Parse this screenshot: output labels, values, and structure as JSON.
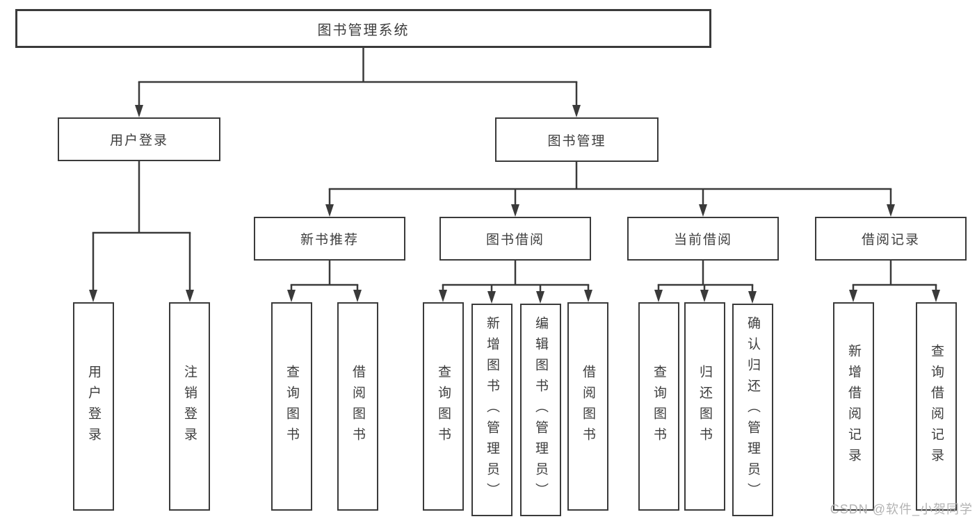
{
  "diagram_type": "hierarchy-tree",
  "colors": {
    "line": "#3a3a3a",
    "text": "#3d3d3d",
    "watermark": "#b3b3b3",
    "box_background": "#ffffff"
  },
  "tree": {
    "label": "图书管理系统",
    "children": [
      {
        "label": "用户登录",
        "children": [
          {
            "label": "用户登录"
          },
          {
            "label": "注销登录"
          }
        ]
      },
      {
        "label": "图书管理",
        "children": [
          {
            "label": "新书推荐",
            "children": [
              {
                "label": "查询图书"
              },
              {
                "label": "借阅图书"
              }
            ]
          },
          {
            "label": "图书借阅",
            "children": [
              {
                "label": "查询图书"
              },
              {
                "label": "新增图书（管理员）"
              },
              {
                "label": "编辑图书（管理员）"
              },
              {
                "label": "借阅图书"
              }
            ]
          },
          {
            "label": "当前借阅",
            "children": [
              {
                "label": "查询图书"
              },
              {
                "label": "归还图书"
              },
              {
                "label": "确认归还（管理员）"
              }
            ]
          },
          {
            "label": "借阅记录",
            "children": [
              {
                "label": "新增借阅记录"
              },
              {
                "label": "查询借阅记录"
              }
            ]
          }
        ]
      }
    ]
  },
  "watermark": {
    "text": "CSDN @软件_小贺同学"
  }
}
